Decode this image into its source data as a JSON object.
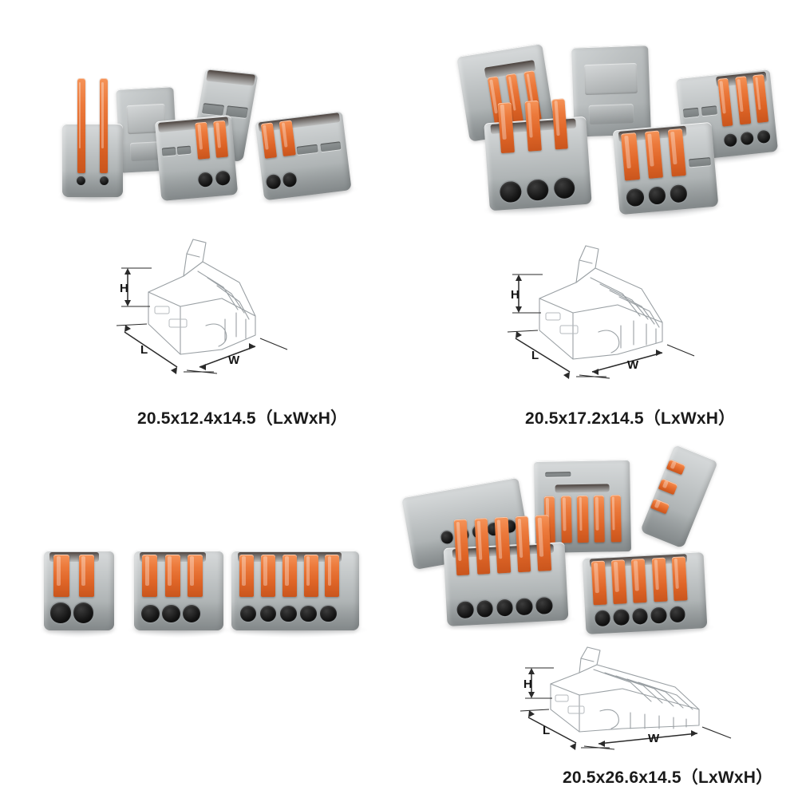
{
  "page": {
    "background_color": "#ffffff",
    "layout": "2x2 product grid",
    "product_colors": {
      "body_grey": "#bcc0c1",
      "lever_orange": "#e8723a",
      "port_black": "#121212",
      "drawing_line": "#9aa0a4",
      "caption_text": "#1a1a1a"
    }
  },
  "quadrants": [
    {
      "id": "top-left",
      "variant_label": "2-port connector",
      "poses": [
        {
          "name": "levers-raised-front",
          "ports": 2,
          "levers_up": true
        },
        {
          "name": "back-cap-view",
          "ports": 2,
          "levers_up": false
        },
        {
          "name": "levers-closed-front",
          "ports": 2,
          "levers_up": false
        },
        {
          "name": "upright-side-view",
          "ports": 2,
          "levers_up": false
        },
        {
          "name": "angled-front-right",
          "ports": 2,
          "levers_up": false
        }
      ],
      "drawing": {
        "labels": {
          "height": "H",
          "length": "L",
          "width": "W"
        },
        "ports": 2
      },
      "caption": "20.5x12.4x14.5（LxWxH）"
    },
    {
      "id": "top-right",
      "variant_label": "3-port connector",
      "poses": [
        {
          "name": "tilted-levers-open",
          "ports": 3,
          "levers_up": true
        },
        {
          "name": "back-cap-view",
          "ports": 3,
          "levers_up": false
        },
        {
          "name": "front-levers-closed",
          "ports": 3,
          "levers_up": false
        },
        {
          "name": "front-right-angled",
          "ports": 3,
          "levers_up": false
        },
        {
          "name": "right-side-angled",
          "ports": 3,
          "levers_up": false
        }
      ],
      "drawing": {
        "labels": {
          "height": "H",
          "length": "L",
          "width": "W"
        },
        "ports": 3
      },
      "caption": "20.5x17.2x14.5（LxWxH）"
    },
    {
      "id": "bottom-left",
      "variant_label": "size comparison row",
      "poses": [
        {
          "name": "two-port-front",
          "ports": 2,
          "levers_up": false
        },
        {
          "name": "three-port-front",
          "ports": 3,
          "levers_up": false
        },
        {
          "name": "five-port-front",
          "ports": 5,
          "levers_up": false
        }
      ],
      "drawing": null,
      "caption": null
    },
    {
      "id": "bottom-right",
      "variant_label": "5-port connector",
      "poses": [
        {
          "name": "angled-left-rear",
          "ports": 5,
          "levers_up": false
        },
        {
          "name": "back-flat-view",
          "ports": 5,
          "levers_up": false
        },
        {
          "name": "tilted-side-view",
          "ports": 5,
          "levers_up": false
        },
        {
          "name": "front-levers-open",
          "ports": 5,
          "levers_up": true
        },
        {
          "name": "front-levers-closed",
          "ports": 5,
          "levers_up": false
        }
      ],
      "drawing": {
        "labels": {
          "height": "H",
          "length": "L",
          "width": "W"
        },
        "ports": 5
      },
      "caption": "20.5x26.6x14.5（LxWxH）"
    }
  ]
}
